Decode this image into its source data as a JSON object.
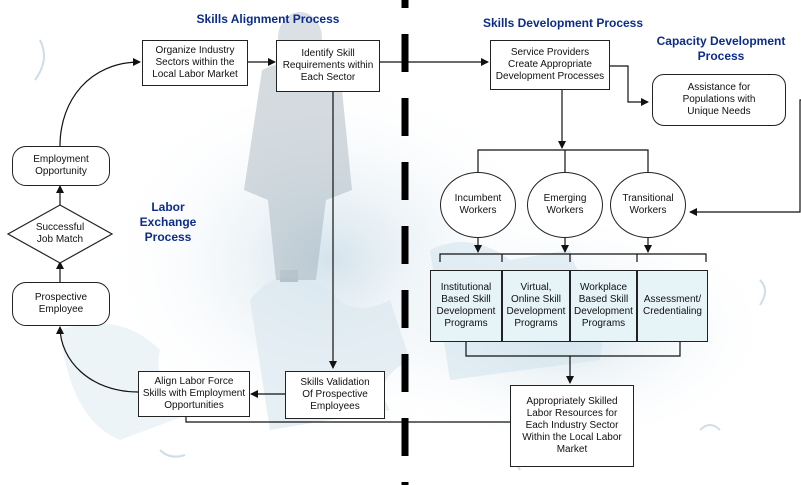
{
  "headings": {
    "skills_alignment": "Skills Alignment Process",
    "skills_development": "Skills Development Process",
    "capacity_development": "Capacity Development\nProcess",
    "labor_exchange": "Labor\nExchange\nProcess"
  },
  "nodes": {
    "organize_sectors": "Organize Industry\nSectors within the\nLocal Labor Market",
    "identify_requirements": "Identify Skill\nRequirements within\nEach Sector",
    "service_providers": "Service Providers\nCreate Appropriate\nDevelopment Processes",
    "assistance_populations": "Assistance for\nPopulations with\nUnique Needs",
    "employment_opportunity": "Employment\nOpportunity",
    "successful_job_match": "Successful\nJob Match",
    "prospective_employee": "Prospective\nEmployee",
    "incumbent_workers": "Incumbent\nWorkers",
    "emerging_workers": "Emerging\nWorkers",
    "transitional_workers": "Transitional\nWorkers",
    "institutional_programs": "Institutional\nBased Skill\nDevelopment\nPrograms",
    "virtual_programs": "Virtual,\nOnline Skill\nDevelopment\nPrograms",
    "workplace_programs": "Workplace\nBased Skill\nDevelopment\nPrograms",
    "assessment_credentialing": "Assessment/\nCredentialing",
    "align_labor_force": "Align Labor Force\nSkills with Employment\nOpportunities",
    "skills_validation": "Skills Validation\nOf Prospective\nEmployees",
    "skilled_labor_resources": "Appropriately Skilled\nLabor Resources for\nEach Industry Sector\nWithin the Local Labor\nMarket"
  },
  "colors": {
    "heading": "#0d2c8a",
    "program_fill": "#e6f3f7",
    "background_tint": "#d7e6ef"
  }
}
